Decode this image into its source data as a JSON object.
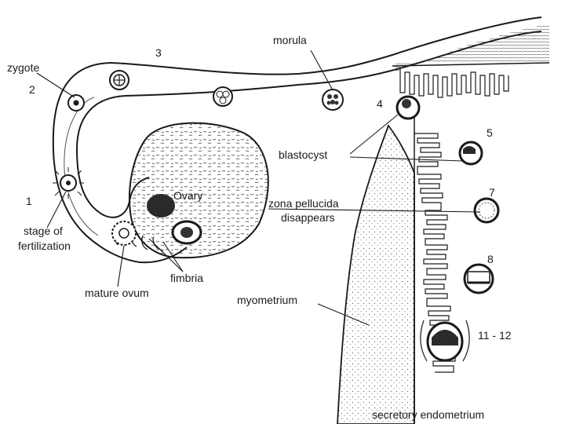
{
  "labels": {
    "zygote": "zygote",
    "morula": "morula",
    "blastocyst": "blastocyst",
    "zona_line1": "zona pellucida",
    "zona_line2": "disappears",
    "ovary": "Ovary",
    "stage_line1": "stage of",
    "stage_line2": "fertilization",
    "fimbria": "fimbria",
    "mature_ovum": "mature ovum",
    "myometrium": "myometrium",
    "secretory_endometrium": "secretory endometrium"
  },
  "day_numbers": {
    "d1": "1",
    "d2": "2",
    "d3": "3",
    "d4": "4",
    "d5": "5",
    "d7": "7",
    "d8": "8",
    "d11_12": "11 - 12"
  },
  "colors": {
    "ink": "#1a1a1a",
    "paper": "#ffffff",
    "stipple": "#555555"
  }
}
